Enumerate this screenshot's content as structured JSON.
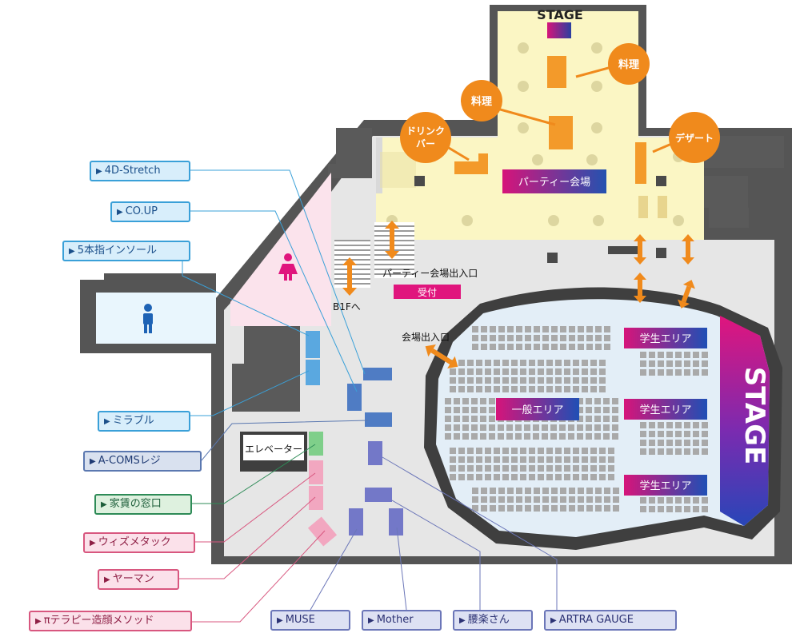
{
  "map": {
    "top_stage_label": "STAGE",
    "party_hall_label": "パーティー会場",
    "party_entrance_label": "パーティー会場出入口",
    "reception_label": "受付",
    "b1f_label": "B1Fへ",
    "venue_entrance_label": "会場出入口",
    "general_area_label": "一般エリア",
    "student_area_label_1": "学生エリア",
    "student_area_label_2": "学生エリア",
    "student_area_label_3": "学生エリア",
    "main_stage_label": "STAGE",
    "elevator_label": "エレベーター",
    "food_1": "料理",
    "food_2": "料理",
    "drink_bar": "ドリンク\nバー",
    "dessert": "デザート"
  },
  "booths": {
    "stretch": "4D-Stretch",
    "coup": "CO.UP",
    "insole": "5本指インソール",
    "mirable": "ミラブル",
    "acoms": "A-COMSレジ",
    "rent": "家賃の窓口",
    "wiz": "ウィズメタック",
    "yaman": "ヤーマン",
    "pi_therapy": "πテラピー造顔メソッド",
    "muse": "MUSE",
    "mother": "Mother",
    "yoraku": "腰楽さん",
    "artra": "ARTRA GAUGE"
  },
  "colors": {
    "wall": "#4a4a4a",
    "floor": "#e6e6e6",
    "party_floor": "#fbf6c4",
    "arena_floor": "#e3eef7",
    "orange": "#f08a1c",
    "magenta": "#d6147a",
    "blue_badge": "#3a4fa6"
  },
  "icons": {
    "female": "female-restroom-icon",
    "male": "male-restroom-icon",
    "pointer": "triangle-pointer-icon",
    "arrow": "double-arrow-icon"
  }
}
